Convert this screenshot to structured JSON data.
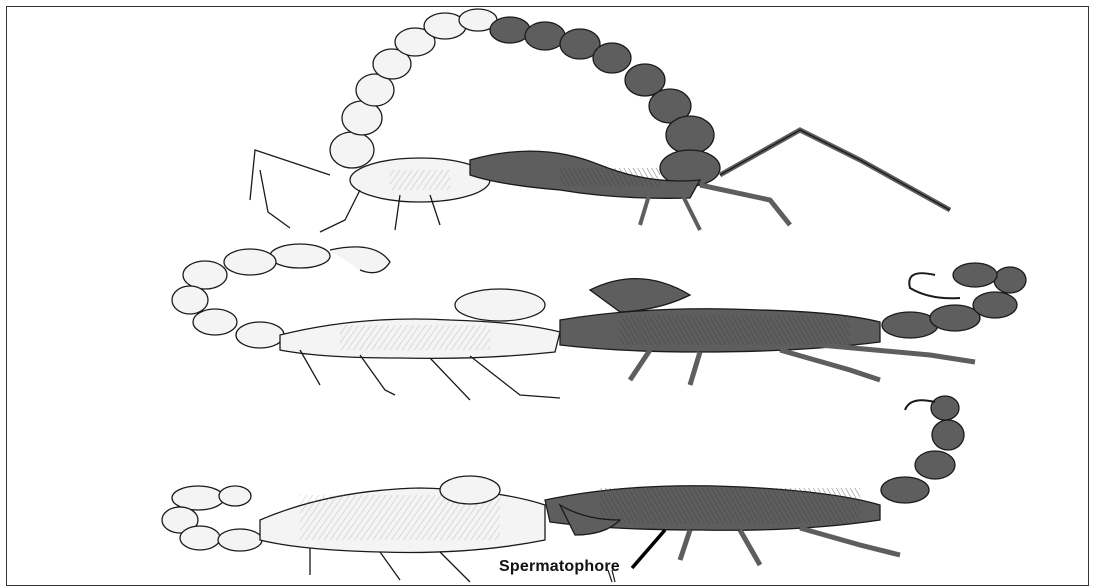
{
  "figure": {
    "label": "Spermatophore",
    "panels": [
      {
        "name": "panel-top"
      },
      {
        "name": "panel-middle"
      },
      {
        "name": "panel-bottom"
      }
    ],
    "colors": {
      "light_scorpion": "#f4f4f4",
      "dark_scorpion": "#5e5e5e",
      "ink": "#1a1a1a"
    }
  }
}
